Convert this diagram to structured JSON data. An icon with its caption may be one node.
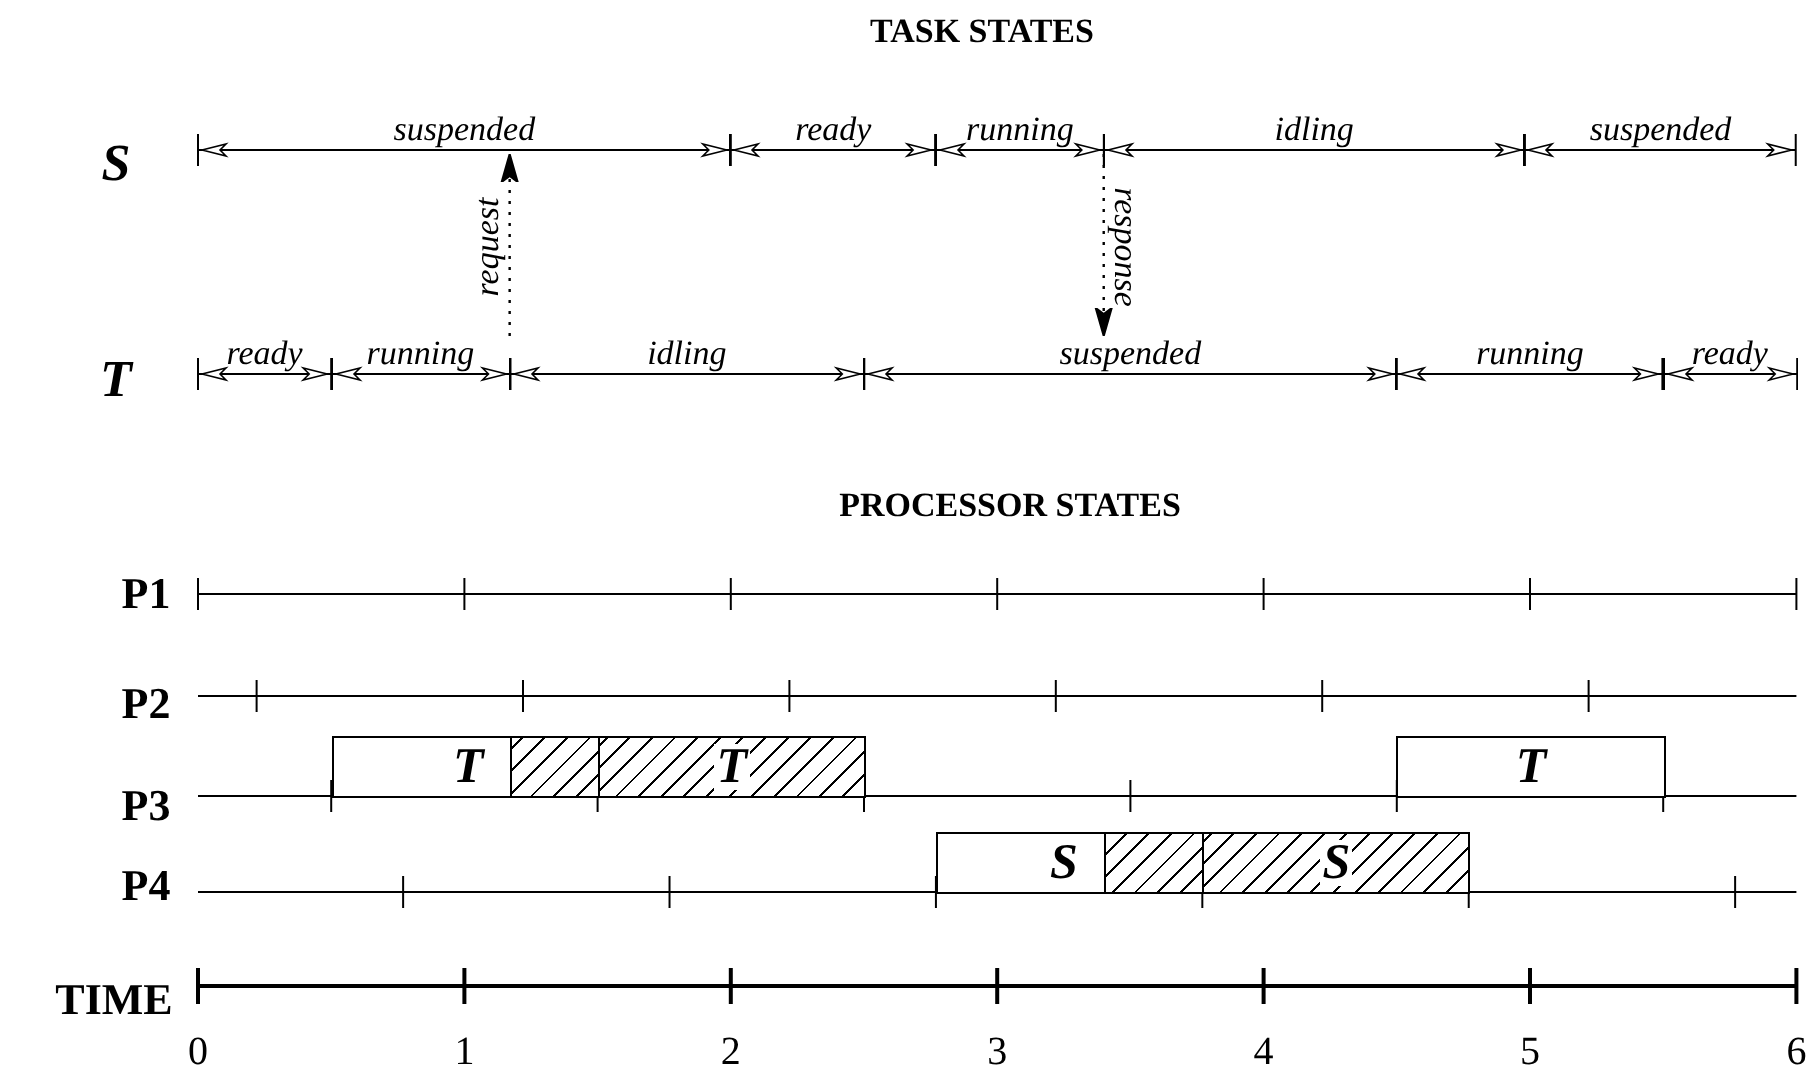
{
  "diagram": {
    "nodes": [
      {
        "text": [
          "suspended"
        ]
      },
      {
        "text": [
          "ready"
        ]
      },
      {
        "text": [
          "running"
        ]
      },
      {
        "text": [
          "idling"
        ]
      },
      {
        "text": [
          "suspended"
        ]
      },
      {
        "text": [
          "ready"
        ]
      },
      {
        "text": [
          "running"
        ]
      },
      {
        "text": [
          "idling"
        ]
      },
      {
        "text": [
          "suspended"
        ]
      },
      {
        "text": [
          "running"
        ]
      },
      {
        "text": [
          "ready"
        ]
      },
      {
        "text": [
          "T"
        ]
      },
      {
        "text": [],
        "shape": "box"
      },
      {
        "text": [
          "T"
        ]
      },
      {
        "text": [
          "T"
        ]
      },
      {
        "text": [
          "S"
        ]
      },
      {
        "text": [],
        "shape": "box"
      },
      {
        "text": [
          "S"
        ]
      }
    ],
    "edges": [
      {
        "from": 6,
        "to": 0,
        "arrow": "to",
        "label": "request",
        "style": "dashed"
      },
      {
        "from": 2,
        "to": 8,
        "arrow": "to",
        "label": "response",
        "style": "dashed"
      }
    ],
    "labels": [
      "TASK STATES",
      "S",
      "T",
      "PROCESSOR STATES",
      "P1",
      "P2",
      "P3",
      "P4",
      "TIME",
      "0",
      "1",
      "2",
      "3",
      "4",
      "5",
      "6"
    ]
  }
}
